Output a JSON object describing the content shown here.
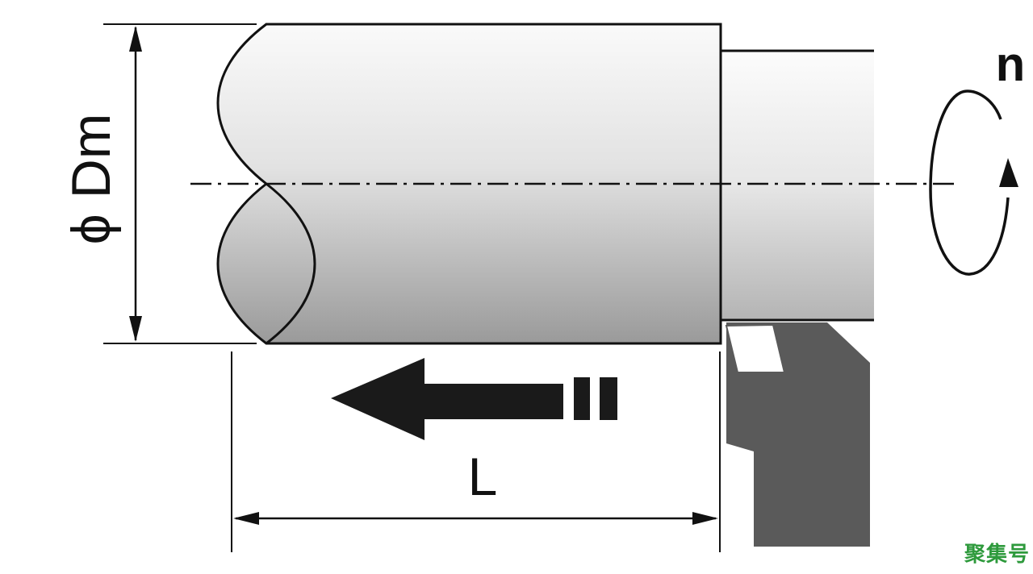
{
  "labels": {
    "diameter": "ϕ Dm",
    "length": "L",
    "rotation": "n"
  },
  "watermark": "聚集号",
  "colors": {
    "outline": "#111111",
    "tool_body": "#5a5a5a",
    "insert": "#ffffff",
    "feed_arrow": "#1a1a1a",
    "watermark": "#2e9a3c",
    "workpiece_light": "#f4f4f4",
    "workpiece_dark": "#9c9c9c"
  },
  "icons": {
    "rotation": "rotation-arrow-icon",
    "feed": "feed-arrow-icon",
    "tool": "turning-tool-icon"
  }
}
